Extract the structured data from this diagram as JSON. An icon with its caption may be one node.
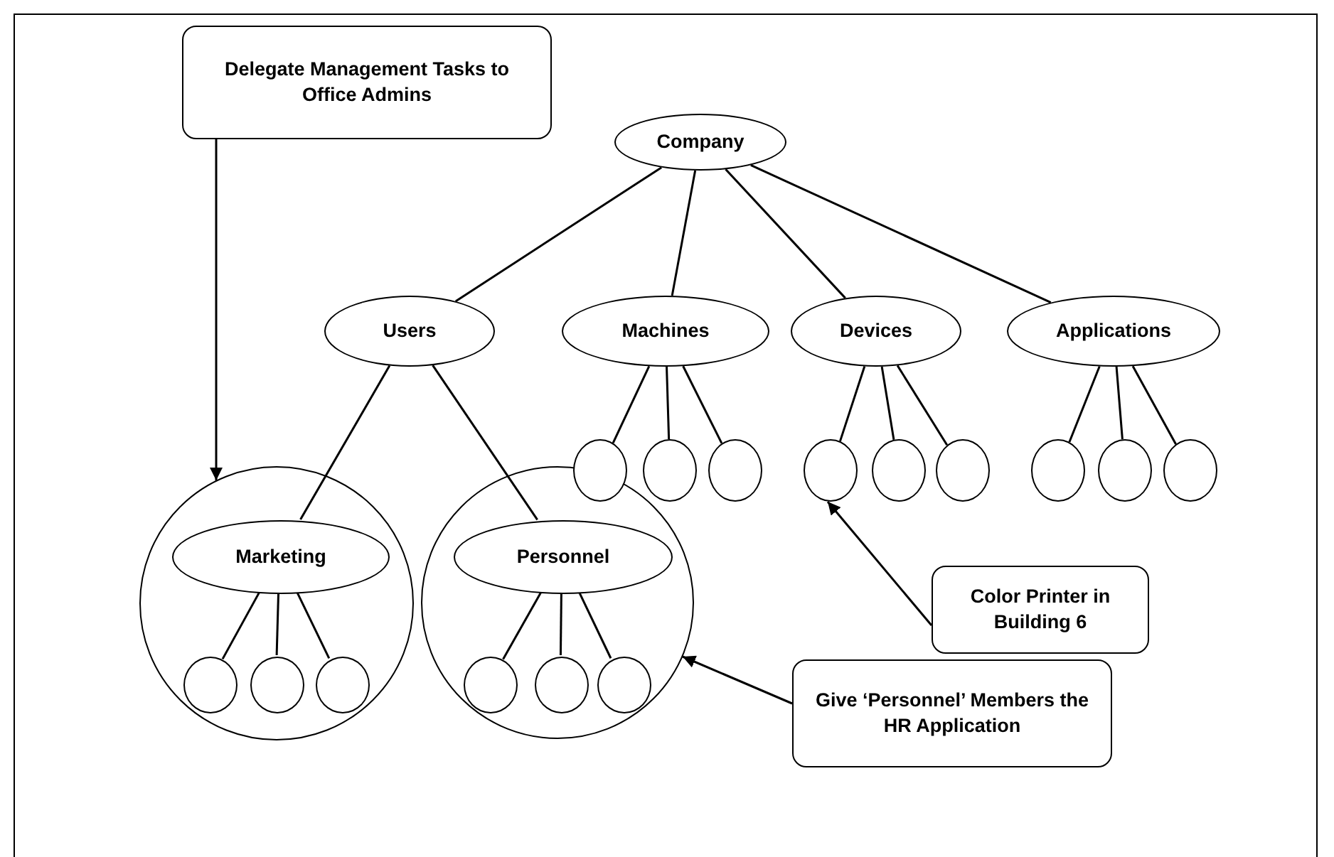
{
  "diagram": {
    "nodes": [
      {
        "text": [
          "Delegate Management Tasks to Office Admins"
        ]
      },
      {
        "text": [
          "Company"
        ]
      },
      {
        "text": [
          "Users"
        ]
      },
      {
        "text": [
          "Machines"
        ]
      },
      {
        "text": [
          "Devices"
        ]
      },
      {
        "text": [
          "Applications"
        ]
      },
      {
        "text": [],
        "shape": "circle"
      },
      {
        "text": [
          "Marketing"
        ],
        "in": 6
      },
      {
        "text": [],
        "shape": "circle",
        "in": 6
      },
      {
        "text": [],
        "shape": "circle",
        "in": 6
      },
      {
        "text": [],
        "shape": "circle",
        "in": 6
      },
      {
        "text": [],
        "shape": "circle"
      },
      {
        "text": [
          "Personnel"
        ],
        "in": 11
      },
      {
        "text": [],
        "shape": "circle",
        "in": 11
      },
      {
        "text": [],
        "shape": "circle",
        "in": 11
      },
      {
        "text": [],
        "shape": "circle",
        "in": 11
      },
      {
        "text": [],
        "shape": "circle"
      },
      {
        "text": [],
        "shape": "circle"
      },
      {
        "text": [],
        "shape": "circle"
      },
      {
        "text": [],
        "shape": "circle"
      },
      {
        "text": [],
        "shape": "circle"
      },
      {
        "text": [],
        "shape": "circle"
      },
      {
        "text": [],
        "shape": "circle"
      },
      {
        "text": [],
        "shape": "circle"
      },
      {
        "text": [],
        "shape": "circle"
      },
      {
        "text": [
          "Color Printer in Building 6"
        ]
      },
      {
        "text": [
          "Give ‘Personnel’ Members the HR Application"
        ]
      }
    ],
    "edges": [
      {
        "from": 1,
        "to": 2,
        "arrow": "none"
      },
      {
        "from": 1,
        "to": 3,
        "arrow": "none"
      },
      {
        "from": 1,
        "to": 4,
        "arrow": "none"
      },
      {
        "from": 1,
        "to": 5,
        "arrow": "none"
      },
      {
        "from": 2,
        "to": 7,
        "arrow": "none"
      },
      {
        "from": 2,
        "to": 12,
        "arrow": "none"
      },
      {
        "from": 7,
        "to": 8,
        "arrow": "none"
      },
      {
        "from": 7,
        "to": 9,
        "arrow": "none"
      },
      {
        "from": 7,
        "to": 10,
        "arrow": "none"
      },
      {
        "from": 12,
        "to": 13,
        "arrow": "none"
      },
      {
        "from": 12,
        "to": 14,
        "arrow": "none"
      },
      {
        "from": 12,
        "to": 15,
        "arrow": "none"
      },
      {
        "from": 3,
        "to": 16,
        "arrow": "none"
      },
      {
        "from": 3,
        "to": 17,
        "arrow": "none"
      },
      {
        "from": 3,
        "to": 18,
        "arrow": "none"
      },
      {
        "from": 4,
        "to": 19,
        "arrow": "none"
      },
      {
        "from": 4,
        "to": 20,
        "arrow": "none"
      },
      {
        "from": 4,
        "to": 21,
        "arrow": "none"
      },
      {
        "from": 5,
        "to": 22,
        "arrow": "none"
      },
      {
        "from": 5,
        "to": 23,
        "arrow": "none"
      },
      {
        "from": 5,
        "to": 24,
        "arrow": "none"
      },
      {
        "from": 0,
        "to": 6,
        "arrow": "to"
      },
      {
        "from": 25,
        "to": 19,
        "arrow": "to"
      },
      {
        "from": 26,
        "to": 11,
        "arrow": "to"
      }
    ]
  }
}
